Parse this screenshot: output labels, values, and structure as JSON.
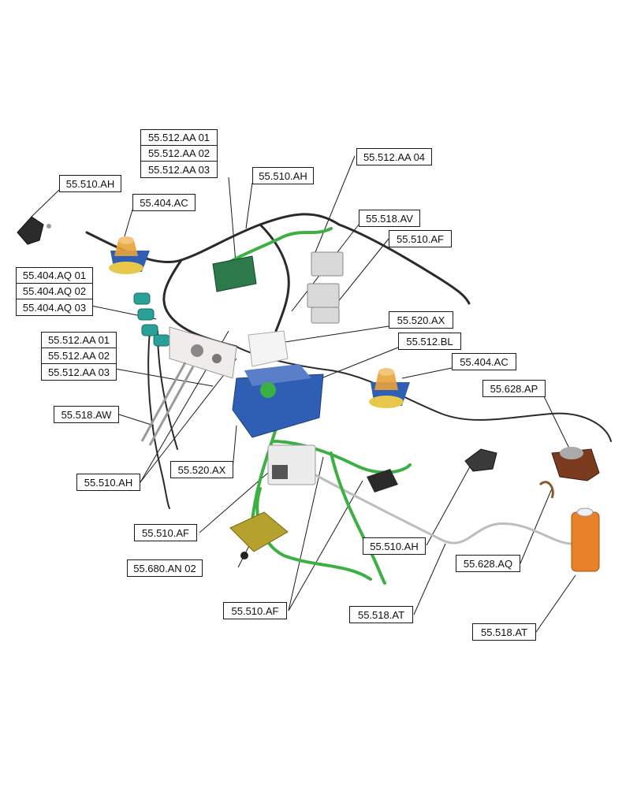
{
  "callouts": {
    "c_55_512_aa_top": [
      "55.512.AA 01",
      "55.512.AA 02",
      "55.512.AA 03"
    ],
    "c_55_510_ah_top": "55.510.AH",
    "c_55_512_aa_04": "55.512.AA 04",
    "c_55_510_ah_left": "55.510.AH",
    "c_55_404_ac_left": "55.404.AC",
    "c_55_518_av": "55.518.AV",
    "c_55_510_af_top": "55.510.AF",
    "c_55_404_aq": [
      "55.404.AQ 01",
      "55.404.AQ 02",
      "55.404.AQ 03"
    ],
    "c_55_520_ax_top": "55.520.AX",
    "c_55_512_aa_mid": [
      "55.512.AA 01",
      "55.512.AA 02",
      "55.512.AA 03"
    ],
    "c_55_512_bl": "55.512.BL",
    "c_55_404_ac_right": "55.404.AC",
    "c_55_628_ap": "55.628.AP",
    "c_55_518_aw": "55.518.AW",
    "c_55_520_ax_bottom": "55.520.AX",
    "c_55_510_ah_bottom": "55.510.AH",
    "c_55_510_af_mid": "55.510.AF",
    "c_55_510_ah_right": "55.510.AH",
    "c_55_628_aq": "55.628.AQ",
    "c_55_680_an_02": "55.680.AN 02",
    "c_55_510_af_bottom": "55.510.AF",
    "c_55_518_at_mid": "55.518.AT",
    "c_55_518_at_right": "55.518.AT"
  },
  "colors": {
    "harness_black": "#2a2a2a",
    "harness_green": "#3cb043",
    "beacon_amber": "#e8a23a",
    "bracket_blue": "#2f5fb5",
    "mount_yellow": "#e8c84a",
    "teal_connector": "#2aa198",
    "ecu_olive": "#b5a12e",
    "reservoir_orange": "#e8822a"
  }
}
